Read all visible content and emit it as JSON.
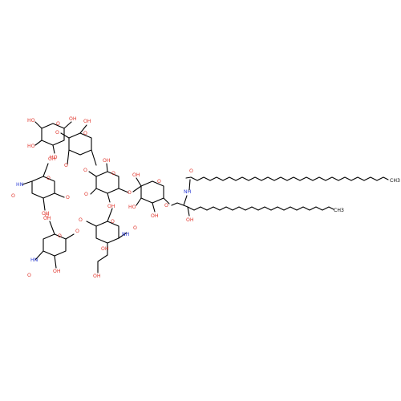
{
  "molecule": {
    "atom_colors": {
      "carbon": "#000000",
      "oxygen": "#e0342b",
      "nitrogen": "#2f3fd6"
    },
    "labels": {
      "ho": "HO",
      "oh": "OH",
      "o": "O",
      "nh": "NH",
      "hn": "HN",
      "ch3": "CH3"
    }
  }
}
